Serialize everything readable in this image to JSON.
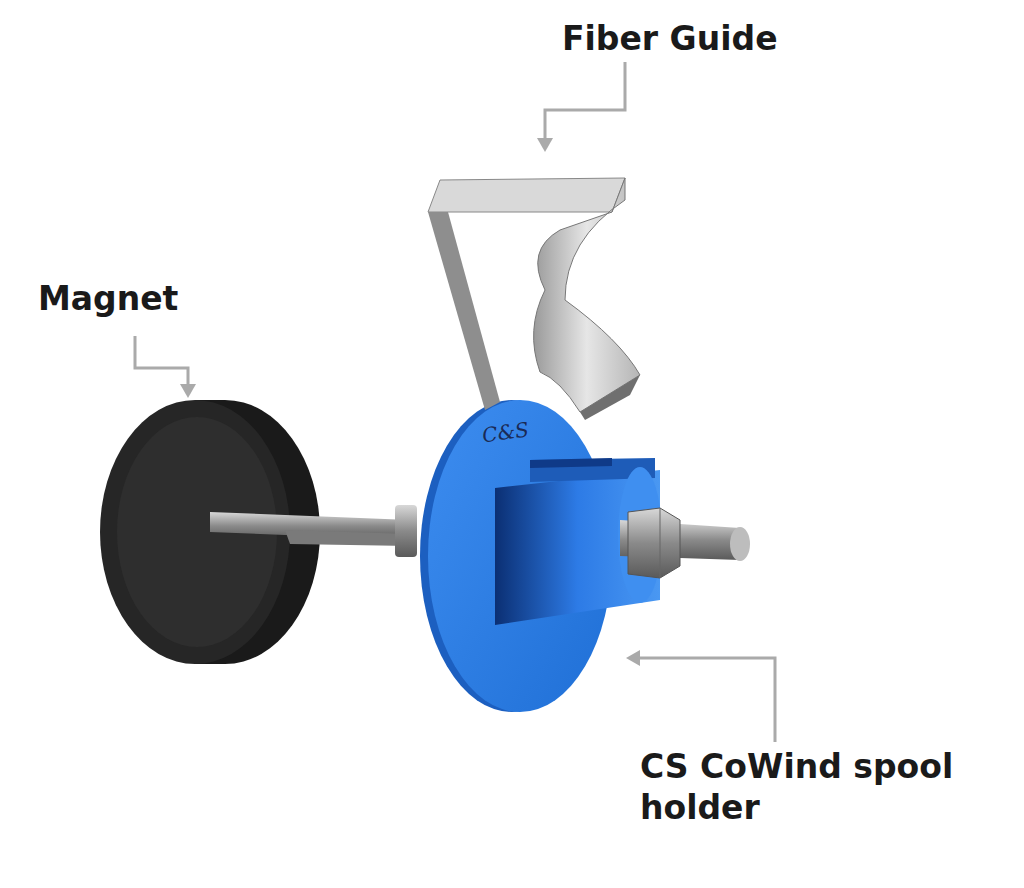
{
  "diagram": {
    "labels": [
      "Fiber Guide",
      "Magnet",
      "C&S",
      "CS CoWind spool holder"
    ]
  }
}
